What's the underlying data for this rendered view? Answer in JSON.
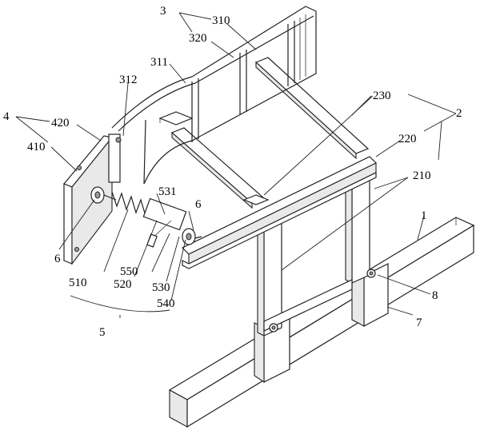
{
  "labels": {
    "l1": "1",
    "l2": "2",
    "l210": "210",
    "l220": "220",
    "l230": "230",
    "l3": "3",
    "l310": "310",
    "l311": "311",
    "l312": "312",
    "l320": "320",
    "l4": "4",
    "l410": "410",
    "l420": "420",
    "l5": "5",
    "l510": "510",
    "l520": "520",
    "l530": "530",
    "l531": "531",
    "l540": "540",
    "l550": "550",
    "l6a": "6",
    "l6b": "6",
    "l7": "7",
    "l8": "8"
  }
}
